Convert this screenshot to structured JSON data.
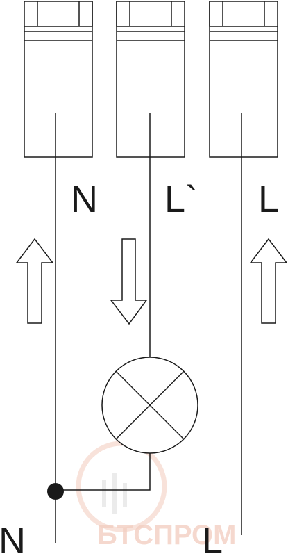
{
  "labels": {
    "top_left": "N",
    "top_middle": "L`",
    "top_right": "L",
    "bottom_left": "N",
    "bottom_right": "L"
  },
  "watermark": {
    "text": "БТСПРОМ"
  },
  "colors": {
    "stroke": "#1a1a1a",
    "background": "#ffffff",
    "watermark": "#f3cfc2"
  }
}
